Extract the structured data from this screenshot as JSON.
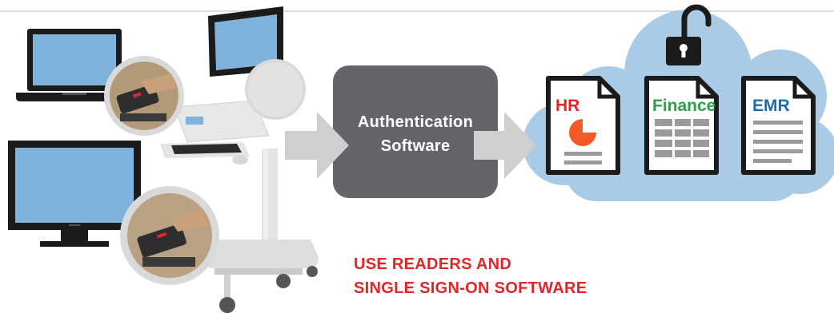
{
  "colors": {
    "cloud": "#a9cbe6",
    "document_fill": "#ffffff",
    "document_stroke": "#1b1b1b",
    "software_box": "#646569",
    "arrow": "#cfcfcf",
    "screen": "#7fb3de",
    "accent_red": "#e5242a",
    "accent_green": "#2e9e48",
    "accent_blue": "#1a6bb0"
  },
  "icons": [
    "laptop-icon",
    "desktop-monitor-icon",
    "cart-monitor-icon",
    "badge-reader-icon",
    "medical-cart-icon",
    "arrow-right-icon",
    "cloud-icon",
    "unlocked-padlock-icon",
    "document-icon",
    "pie-chart-icon",
    "spreadsheet-icon",
    "text-lines-icon"
  ],
  "software": {
    "line1": "Authentication",
    "line2": "Software"
  },
  "documents": [
    {
      "title": "HR",
      "color": "#e5242a",
      "content": "pie-chart"
    },
    {
      "title": "Finance",
      "color": "#2e9e48",
      "content": "table"
    },
    {
      "title": "EMR",
      "color": "#1a6bb0",
      "content": "text-lines"
    }
  ],
  "caption": {
    "line1": "USE READERS AND",
    "line2": "SINGLE SIGN-ON SOFTWARE"
  }
}
